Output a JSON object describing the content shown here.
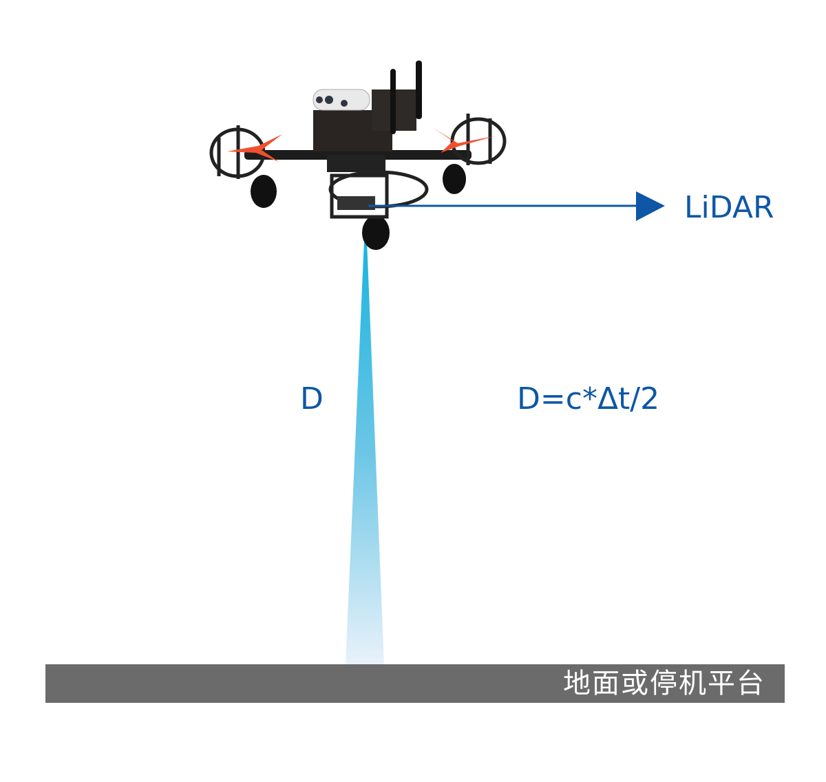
{
  "labels": {
    "sensor": "LiDAR",
    "distance": "D",
    "formula": "D=c*Δt/2",
    "ground": "地面或停机平台"
  },
  "colors": {
    "text_blue": "#0d57a6",
    "arrow_blue": "#0d57a6",
    "beam_top": "#1ab4de",
    "beam_bottom": "#e8f2fa",
    "ground": "#6b6b6b",
    "propeller": "#f0502e"
  }
}
